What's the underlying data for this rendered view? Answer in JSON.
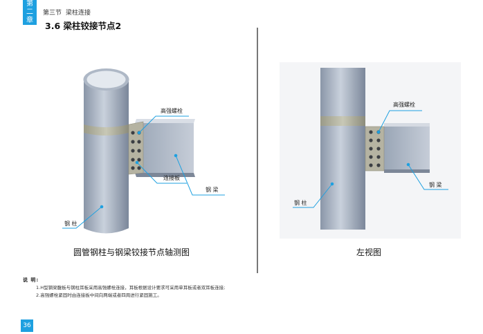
{
  "chapter_tab": {
    "line1": "第",
    "line2": "二",
    "line3": "章"
  },
  "section": {
    "number": "第三节",
    "name": "梁柱连接"
  },
  "page_title": "3.6 梁柱铰接节点2",
  "figure_left": {
    "caption": "圆管钢柱与钢梁铰接节点轴测图",
    "labels": {
      "bolt": "高强螺栓",
      "plate": "连接板",
      "beam": "钢 梁",
      "column": "钢 柱"
    }
  },
  "figure_right": {
    "caption": "左视图",
    "labels": {
      "bolt": "高强螺栓",
      "beam": "钢 梁",
      "column": "钢 柱"
    }
  },
  "notes": {
    "title": "说 明:",
    "items": [
      "1.H型钢梁腹板与钢柱耳板采用高强螺栓连接，耳板根据设计要求可采用单耳板或者双耳板连接;",
      "2.高强螺栓紧固时由连接板中间向两端或者四周进行紧固施工。"
    ]
  },
  "page_number": "36",
  "colors": {
    "accent": "#1ea0e0",
    "steel": "#a9b3c2",
    "callout_line": "#1ea0e0"
  }
}
